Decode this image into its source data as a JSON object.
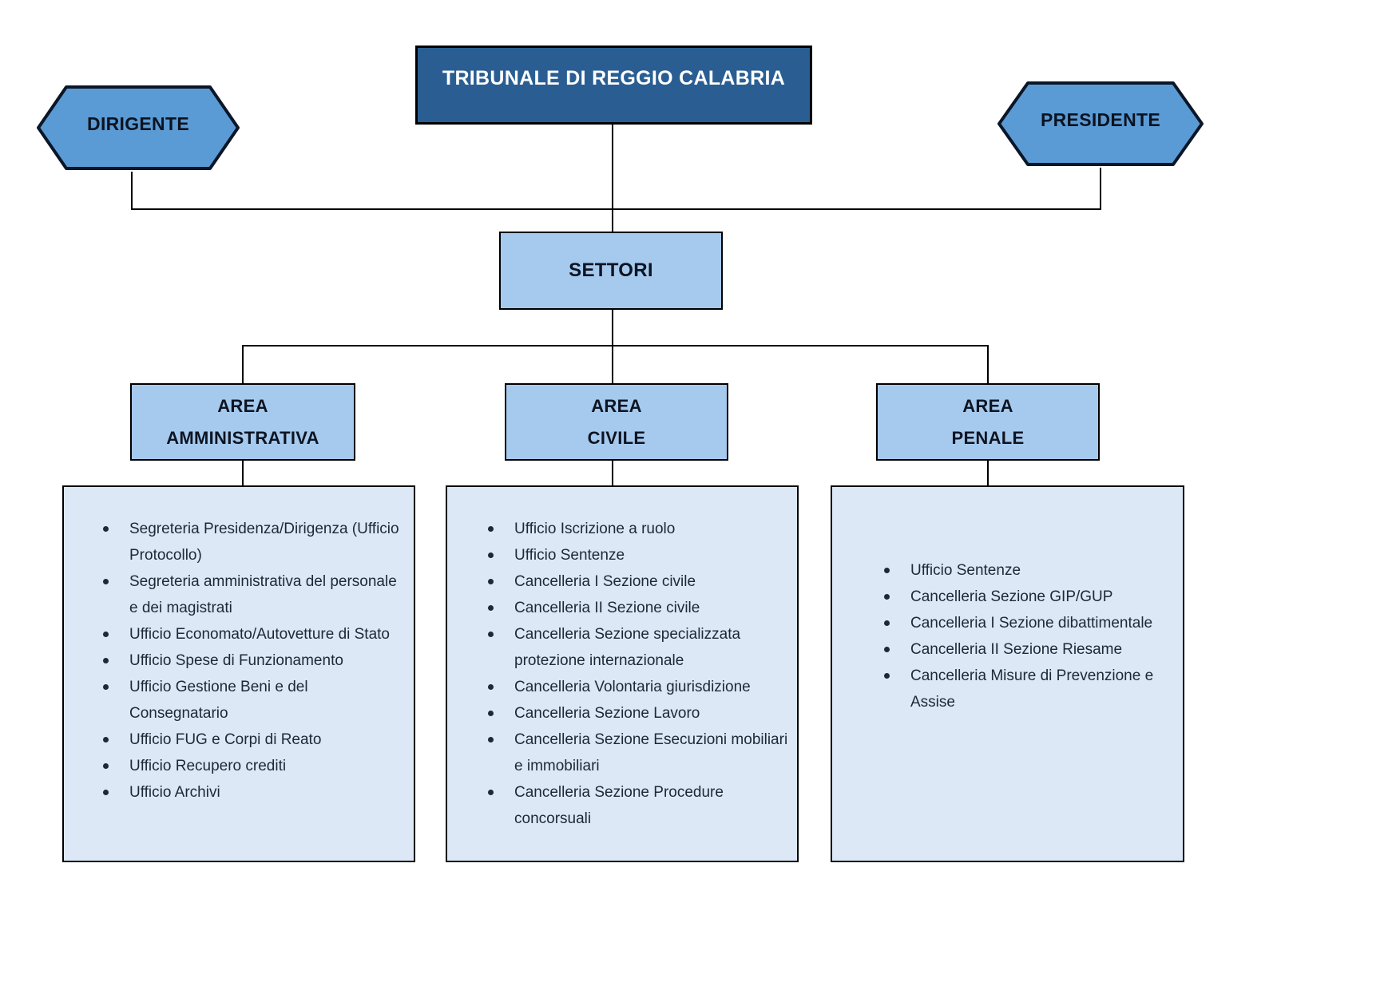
{
  "colors": {
    "title_box_fill": "#2a5e93",
    "title_text": "#ffffff",
    "hexagon_fill": "#5b9bd5",
    "hexagon_border": "#0b1627",
    "section_box_fill": "#a6caee",
    "list_box_fill": "#dce8f6",
    "border": "#000000",
    "list_text": "#1e2837"
  },
  "root": {
    "title": "TRIBUNALE DI REGGIO CALABRIA"
  },
  "leadership": {
    "dirigente": "DIRIGENTE",
    "presidente": "PRESIDENTE"
  },
  "settori": {
    "label": "SETTORI"
  },
  "areas": [
    {
      "label_line1": "AREA",
      "label_line2": "AMMINISTRATIVA",
      "items": [
        "Segreteria Presidenza/Dirigenza (Ufficio Protocollo)",
        "Segreteria amministrativa del personale e dei magistrati",
        "Ufficio Economato/Autovetture di Stato",
        "Ufficio Spese di Funzionamento",
        "Ufficio Gestione Beni e del Consegnatario",
        "Ufficio FUG e Corpi di Reato",
        "Ufficio Recupero crediti",
        "Ufficio Archivi"
      ]
    },
    {
      "label_line1": "AREA",
      "label_line2": "CIVILE",
      "items": [
        "Ufficio Iscrizione a ruolo",
        "Ufficio Sentenze",
        "Cancelleria I Sezione civile",
        "Cancelleria II Sezione civile",
        "Cancelleria Sezione specializzata protezione internazionale",
        "Cancelleria Volontaria giurisdizione",
        "Cancelleria Sezione Lavoro",
        "Cancelleria Sezione Esecuzioni mobiliari e immobiliari",
        "Cancelleria Sezione Procedure concorsuali"
      ]
    },
    {
      "label_line1": "AREA",
      "label_line2": "PENALE",
      "items": [
        "Ufficio Sentenze",
        "Cancelleria Sezione GIP/GUP",
        "Cancelleria I Sezione dibattimentale",
        "Cancelleria II Sezione Riesame",
        "Cancelleria Misure di Prevenzione e Assise"
      ]
    }
  ]
}
